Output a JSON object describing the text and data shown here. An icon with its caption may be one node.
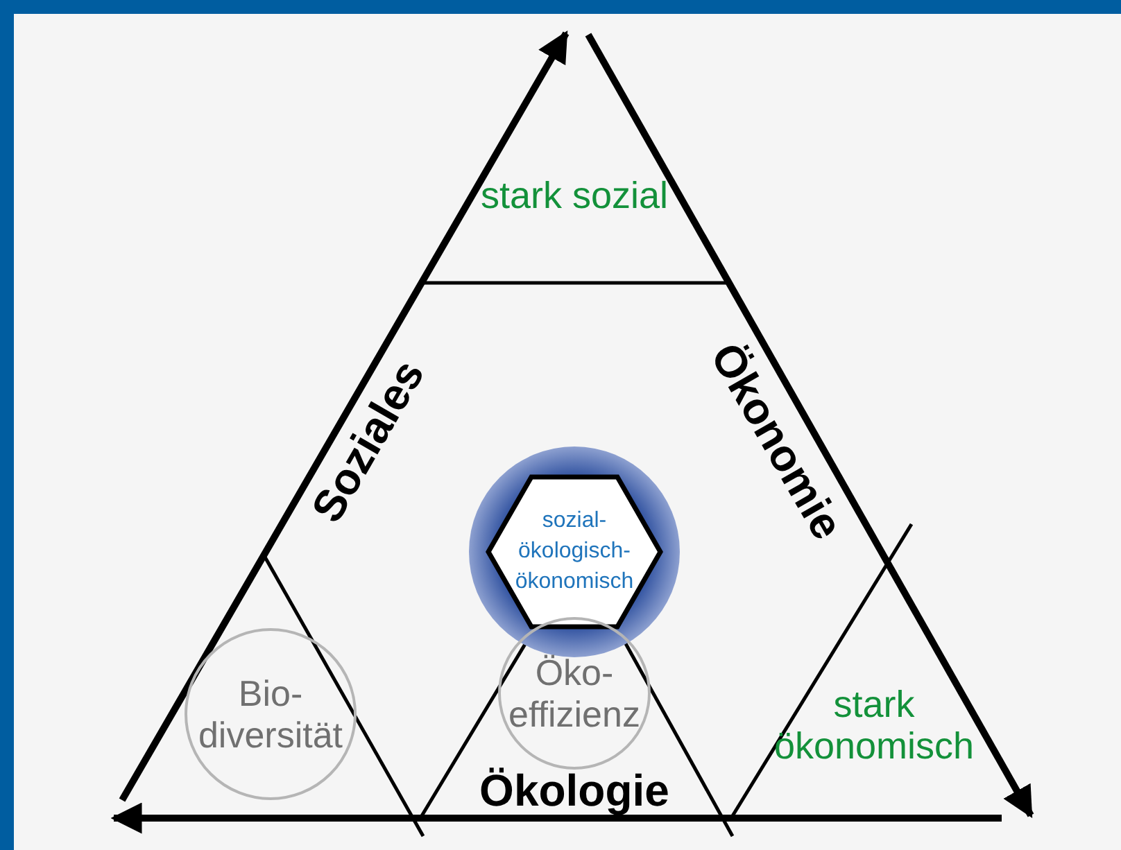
{
  "diagram": {
    "nodes": [
      {
        "text": [
          "stark sozial"
        ]
      },
      {
        "text": [
          "sozial- ökologisch- ökonomisch"
        ]
      },
      {
        "text": [
          "Bio- diversität"
        ]
      },
      {
        "text": [
          "Öko- effizienz"
        ]
      },
      {
        "text": [
          "stark ökonomisch"
        ]
      }
    ],
    "labels": [
      "Soziales",
      "Ökonomie",
      "Ökologie"
    ]
  }
}
